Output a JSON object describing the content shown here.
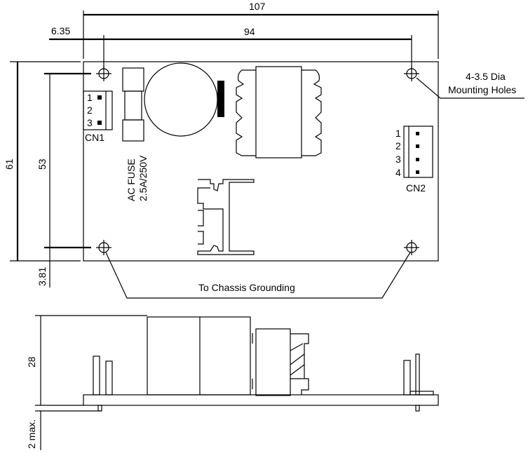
{
  "dimensions": {
    "overall_length": "107",
    "hole_spacing_length": "94",
    "hole_offset": "6.35",
    "overall_width": "61",
    "hole_spacing_width": "53",
    "hole_offset_bottom": "3.81",
    "height": "28",
    "pin_protrusion": "2 max."
  },
  "connectors": {
    "cn1": {
      "label": "CN1",
      "pins": [
        "1",
        "2",
        "3"
      ]
    },
    "cn2": {
      "label": "CN2",
      "pins": [
        "1",
        "2",
        "3",
        "4"
      ]
    }
  },
  "fuse": {
    "line1": "AC FUSE",
    "line2": "2.5A/250V"
  },
  "callouts": {
    "holes_line1": "4-3.5 Dia",
    "holes_line2": "Mounting Holes",
    "grounding": "To Chassis Grounding"
  }
}
